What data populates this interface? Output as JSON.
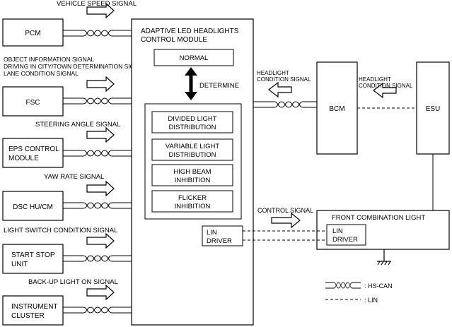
{
  "signals": {
    "vehicle_speed": "VEHICLE SPEED SIGNAL",
    "object_info": "OBJECT INFORMATION SIGNAL",
    "driving_city": "DRIVING IN CITY/TOWN DETERMINATION SIGNAL",
    "lane_condition": "LANE CONDITION SIGNAL",
    "steering_angle": "STEERING ANGLE SIGNAL",
    "yaw_rate": "YAW RATE SIGNAL",
    "light_switch": "LIGHT SWITCH CONDITION SIGNAL",
    "backup_light": "BACK-UP LIGHT ON SIGNAL",
    "headlight_cond_1": "HEADLIGHT",
    "headlight_cond_2": "CONDITION SIGNAL",
    "control": "CONTROL SIGNAL"
  },
  "inputs": {
    "pcm": "PCM",
    "fsc": "FSC",
    "eps_1": "EPS CONTROL",
    "eps_2": "MODULE",
    "dsc": "DSC HU/CM",
    "start_stop_1": "START STOP",
    "start_stop_2": "UNIT",
    "cluster_1": "INSTRUMENT",
    "cluster_2": "CLUSTER"
  },
  "module": {
    "title_1": "ADAPTIVE LED HEADLIGHTS",
    "title_2": "CONTROL MODULE",
    "normal": "NORMAL",
    "determine": "DETERMINE",
    "divided_1": "DIVIDED  LIGHT",
    "divided_2": "DISTRIBUTION",
    "variable_1": "VARIABLE LIGHT",
    "variable_2": "DISTRIBUTION",
    "highbeam_1": "HIGH BEAM",
    "highbeam_2": "INHIBITION",
    "flicker_1": "FLICKER",
    "flicker_2": "INHIBITION",
    "lin_1": "LIN",
    "lin_2": "DRIVER"
  },
  "right": {
    "bcm": "BCM",
    "esu": "ESU",
    "front_light": "FRONT COMBINATION LIGHT",
    "lin_1": "LIN",
    "lin_2": "DRIVER"
  },
  "legend": {
    "hs_can": ": HS-CAN",
    "lin": ": LIN"
  }
}
